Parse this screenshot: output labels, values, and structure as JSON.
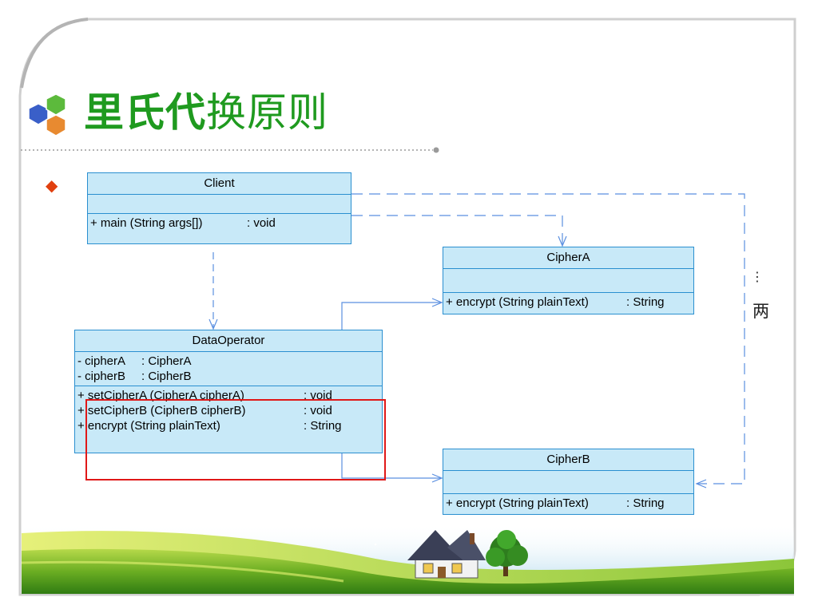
{
  "slide": {
    "title_bold": "里氏代",
    "title_normal": "换原则",
    "bullet": "◆",
    "side_text": [
      "⋮",
      "两"
    ]
  },
  "diagram": {
    "classes": [
      {
        "id": "client",
        "name": "Client",
        "attributes": [],
        "operations": [
          {
            "sig": "+  main (String args[])",
            "type": ": void"
          }
        ]
      },
      {
        "id": "cipher-a",
        "name": "CipherA",
        "attributes": [],
        "operations": [
          {
            "sig": "+  encrypt (String plainText)",
            "type": ": String"
          }
        ]
      },
      {
        "id": "data-operator",
        "name": "DataOperator",
        "attributes": [
          {
            "sig": "-  cipherA",
            "type": ": CipherA"
          },
          {
            "sig": "-  cipherB",
            "type": ": CipherB"
          }
        ],
        "operations": [
          {
            "sig": "+  setCipherA (CipherA cipherA)",
            "type": ": void"
          },
          {
            "sig": "+  setCipherB (CipherB cipherB)",
            "type": ": void"
          },
          {
            "sig": "+  encrypt (String plainText)",
            "type": ": String"
          }
        ]
      },
      {
        "id": "cipher-b",
        "name": "CipherB",
        "attributes": [],
        "operations": [
          {
            "sig": "+  encrypt (String plainText)",
            "type": ": String"
          }
        ]
      }
    ],
    "relationships": [
      {
        "from": "client",
        "to": "data-operator",
        "kind": "dependency"
      },
      {
        "from": "client",
        "to": "cipher-a",
        "kind": "dependency"
      },
      {
        "from": "client",
        "to": "cipher-b",
        "kind": "dependency"
      },
      {
        "from": "data-operator",
        "to": "cipher-a",
        "kind": "association"
      },
      {
        "from": "data-operator",
        "to": "cipher-b",
        "kind": "association"
      }
    ]
  },
  "colors": {
    "title": "#1f9a1f",
    "class_fill": "#c8e9f8",
    "class_border": "#2a8fd0",
    "connector": "#5a8fe0",
    "highlight": "#e01818",
    "bullet": "#e1400f"
  }
}
